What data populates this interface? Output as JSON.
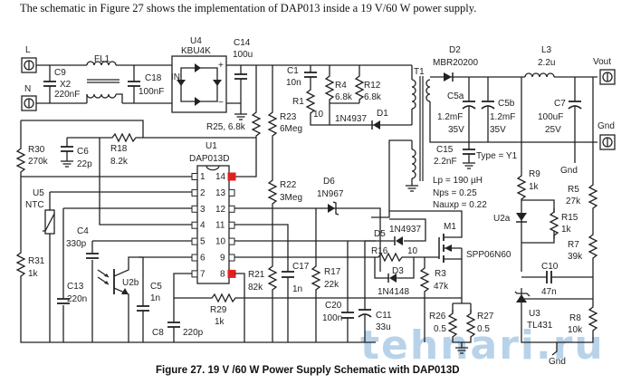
{
  "intro_text": "The schematic in Figure 27 shows the implementation of DAP013 inside a 19 V/60 W power supply.",
  "caption": "Figure 27. 19 V /60 W Power Supply Schematic with DAP013D",
  "watermark": "tehnari.ru",
  "colors": {
    "wire": "#222222",
    "highlight_pin": "#e02020",
    "watermark": "#7fb0d8"
  },
  "terminals": {
    "L": "L",
    "N": "N",
    "vout": "Vout",
    "gnd": "Gnd"
  },
  "components": {
    "c9": {
      "ref": "C9",
      "v1": "X2",
      "v2": "220nF"
    },
    "fl1": {
      "ref": "FL1"
    },
    "c18": {
      "ref": "C18",
      "value": "100nF"
    },
    "u4": {
      "ref": "U4",
      "part": "KBU4K",
      "in": "IN",
      "plus": "+",
      "minus": "−"
    },
    "c14": {
      "ref": "C14",
      "value": "100u"
    },
    "r25": {
      "label": "R25, 6.8k"
    },
    "r23": {
      "ref": "R23",
      "value": "6Meg"
    },
    "c1": {
      "ref": "C1",
      "value": "10n"
    },
    "r1": {
      "ref": "R1",
      "value": "10"
    },
    "r4": {
      "ref": "R4",
      "value": "6.8k"
    },
    "r12": {
      "ref": "R12",
      "value": "6.8k"
    },
    "d1": {
      "ref": "D1",
      "part": "1N4937"
    },
    "t1": {
      "ref": "T1"
    },
    "d2": {
      "ref": "D2",
      "part": "MBR20200"
    },
    "l3": {
      "ref": "L3",
      "value": "2.2u"
    },
    "c5a": {
      "ref": "C5a",
      "value": "1.2mF",
      "voltage": "35V"
    },
    "c5b": {
      "ref": "C5b",
      "value": "1.2mF",
      "voltage": "35V"
    },
    "c7": {
      "ref": "C7",
      "value": "100uF",
      "voltage": "25V"
    },
    "c15": {
      "ref": "C15",
      "value": "2.2nF",
      "type": "Type = Y1"
    },
    "xfmr": {
      "lp": "Lp = 190 µH",
      "nps": "Nps = 0.25",
      "nauxp": "Nauxp = 0.22"
    },
    "r30": {
      "ref": "R30",
      "value": "270k"
    },
    "c6": {
      "ref": "C6",
      "value": "22p"
    },
    "r18": {
      "ref": "R18",
      "value": "8.2k"
    },
    "u1": {
      "ref": "U1",
      "part": "DAP013D",
      "pins_left": [
        "1",
        "2",
        "3",
        "4",
        "5",
        "6",
        "7"
      ],
      "pins_right": [
        "14",
        "13",
        "12",
        "11",
        "10",
        "9",
        "8"
      ]
    },
    "u5": {
      "ref": "U5",
      "part": "NTC"
    },
    "r31": {
      "ref": "R31",
      "value": "1k"
    },
    "c4": {
      "ref": "C4",
      "value": "330p"
    },
    "c13": {
      "ref": "C13",
      "value": "220n"
    },
    "u2b": {
      "ref": "U2b"
    },
    "c5": {
      "ref": "C5",
      "value": "1n"
    },
    "c8": {
      "ref": "C8",
      "value": "220p"
    },
    "r29": {
      "ref": "R29",
      "value": "1k"
    },
    "r22": {
      "ref": "R22",
      "value": "3Meg"
    },
    "r21": {
      "ref": "R21",
      "value": "82k"
    },
    "c17": {
      "ref": "C17",
      "value": "1n"
    },
    "r17": {
      "ref": "R17",
      "value": "22k"
    },
    "d6": {
      "ref": "D6",
      "part": "1N967"
    },
    "d5": {
      "ref": "D5",
      "part": "1N4937"
    },
    "r16": {
      "ref": "R16",
      "value": "10"
    },
    "d3": {
      "ref": "D3",
      "part": "1N4148"
    },
    "m1": {
      "ref": "M1",
      "part": "SPP06N60"
    },
    "r3": {
      "ref": "R3",
      "value": "47k"
    },
    "c20": {
      "ref": "C20",
      "value": "100n"
    },
    "c11": {
      "ref": "C11",
      "value": "33u"
    },
    "r26": {
      "ref": "R26",
      "value": "0.5"
    },
    "r27": {
      "ref": "R27",
      "value": "0.5"
    },
    "r9": {
      "ref": "R9",
      "value": "1k"
    },
    "u2a": {
      "ref": "U2a"
    },
    "r15": {
      "ref": "R15",
      "value": "1k"
    },
    "r5": {
      "ref": "R5",
      "value": "27k"
    },
    "r7": {
      "ref": "R7",
      "value": "39k"
    },
    "c10": {
      "ref": "C10",
      "value": "47n"
    },
    "u3": {
      "ref": "U3",
      "part": "TL431"
    },
    "r8": {
      "ref": "R8",
      "value": "10k"
    },
    "gnd_label": "Gnd"
  }
}
